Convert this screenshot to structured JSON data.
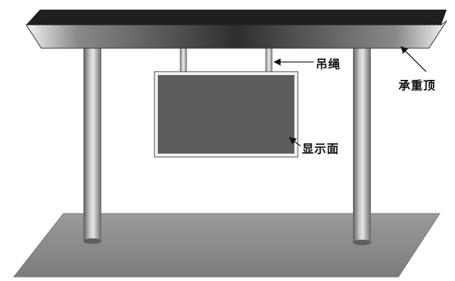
{
  "diagram": {
    "labels": {
      "rope": "吊绳",
      "roof": "承重顶",
      "display": "显示面"
    },
    "colors": {
      "background": "#ffffff",
      "roof_dark": "#2a2a2a",
      "roof_light": "#f2f2f2",
      "pillar": "#8e8e8e",
      "display_face": "#5a5a5a",
      "ground": "#8c8c8c"
    }
  }
}
